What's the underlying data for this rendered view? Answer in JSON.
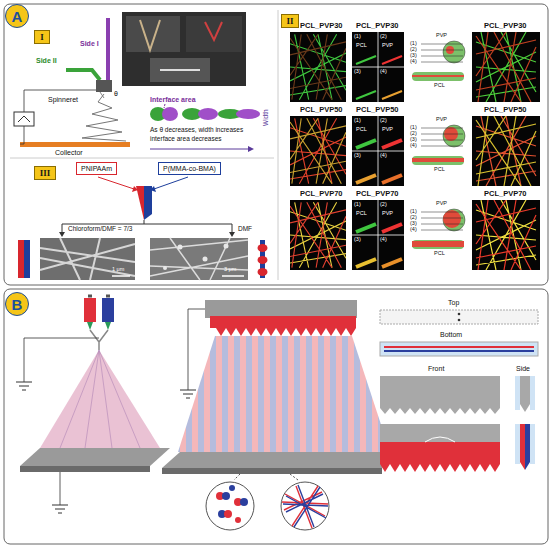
{
  "diagram": {
    "nodes": [
      {
        "text": [
          "A"
        ]
      },
      {
        "text": [
          "I"
        ]
      },
      {
        "text": [
          "II"
        ]
      },
      {
        "text": [
          "III"
        ]
      },
      {
        "text": [
          "PNIPAAm"
        ]
      },
      {
        "text": [
          "P(MMA-co-BMA)"
        ]
      },
      {
        "text": [
          "B"
        ]
      }
    ],
    "labels": [
      "Side I",
      "Side II",
      "Spinneret",
      "θ",
      "Interface area",
      "Width",
      "As θ decreases, width increases",
      "interface area decreases",
      "Collector",
      "PCL_PVP30",
      "PCL_PVP30",
      "(1)",
      "(2)",
      "PCL",
      "PVP",
      "(3)",
      "(4)",
      "PVP",
      "(1)",
      "(2)",
      "(3)",
      "(4)",
      "PCL",
      "PCL_PVP30",
      "PCL_PVP50",
      "PCL_PVP50",
      "(1)",
      "(2)",
      "PCL",
      "PVP",
      "(3)",
      "(4)",
      "PVP",
      "(1)",
      "(2)",
      "(3)",
      "(4)",
      "PCL",
      "PCL_PVP50",
      "PCL_PVP70",
      "PCL_PVP70",
      "(1)",
      "(2)",
      "PCL",
      "PVP",
      "(3)",
      "(4)",
      "PVP",
      "(1)",
      "(2)",
      "(3)",
      "(4)",
      "PCL",
      "PCL_PVP70",
      "Chloroform/DMF = 7/3",
      "DMF",
      "1 μm",
      "3 μm",
      "Top",
      "Bottom",
      "Front",
      "Side"
    ]
  }
}
